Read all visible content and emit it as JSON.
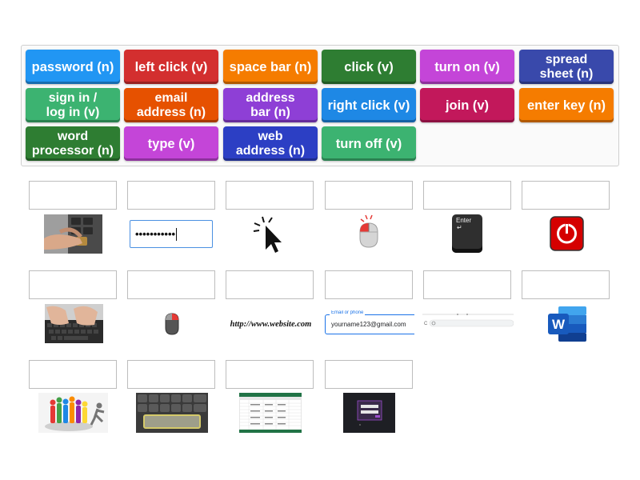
{
  "word_bank": [
    {
      "label": "password (n)",
      "color": "#2196f3"
    },
    {
      "label": "left click (v)",
      "color": "#d32f2f"
    },
    {
      "label": "space bar (n)",
      "color": "#f57c00"
    },
    {
      "label": "click (v)",
      "color": "#2e7d32"
    },
    {
      "label": "turn on (v)",
      "color": "#c445d8"
    },
    {
      "label": "spread\nsheet (n)",
      "color": "#3949ab"
    },
    {
      "label": "sign in /\nlog in (v)",
      "color": "#3cb371"
    },
    {
      "label": "email\naddress (n)",
      "color": "#e65100"
    },
    {
      "label": "address\nbar (n)",
      "color": "#8e3fd6"
    },
    {
      "label": "right click (v)",
      "color": "#1e88e5"
    },
    {
      "label": "join (v)",
      "color": "#c2185b"
    },
    {
      "label": "enter key (n)",
      "color": "#f57c00"
    },
    {
      "label": "word\nprocessor (n)",
      "color": "#2e7d32"
    },
    {
      "label": "type (v)",
      "color": "#c445d8"
    },
    {
      "label": "web\naddress (n)",
      "color": "#2c3fc4"
    },
    {
      "label": "turn off (v)",
      "color": "#3cb371"
    }
  ],
  "images": {
    "password_field": {
      "value": "•••••••••••"
    },
    "enter_key": {
      "label": "Enter"
    },
    "web_address": {
      "text": "http://www.website.com"
    },
    "email_field": {
      "label": "Email or phone",
      "value": "yourname123@gmail.com"
    },
    "word_icon": {
      "letter": "W"
    }
  }
}
